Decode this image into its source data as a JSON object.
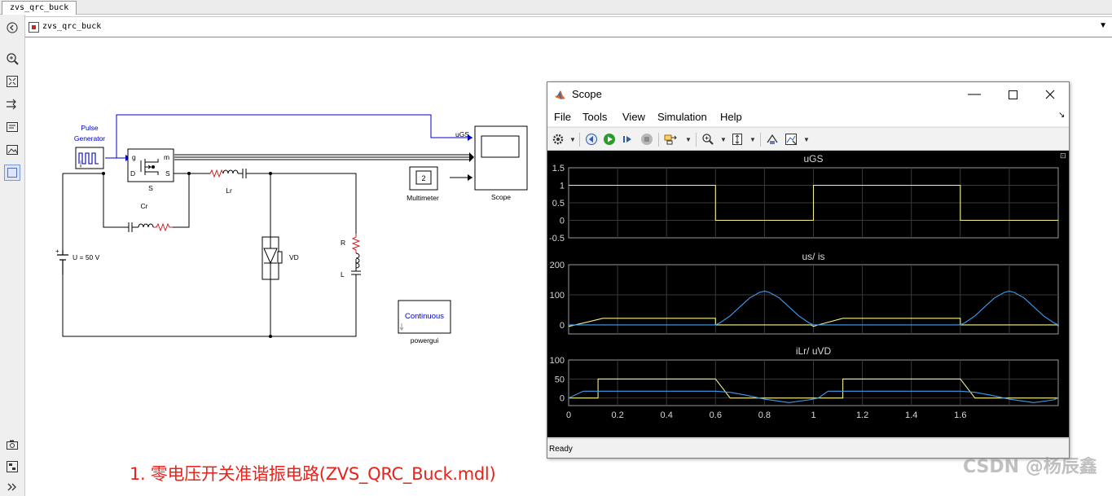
{
  "tab": {
    "label": "zvs_qrc_buck"
  },
  "address_bar": {
    "path": "zvs_qrc_buck"
  },
  "model": {
    "blocks": {
      "pulse_generator": "Pulse\nGenerator",
      "pulse_line1": "Pulse",
      "pulse_line2": "Generator",
      "switch": "S",
      "switch_port_g": "g",
      "switch_port_m": "m",
      "switch_port_d": "D",
      "switch_port_s": "S",
      "inductor_lr": "Lr",
      "capacitor_cr": "Cr",
      "source": "U = 50 V",
      "diode": "VD",
      "resistor": "R",
      "inductor_l": "L",
      "multimeter_value": "2",
      "multimeter": "Multimeter",
      "scope": "Scope",
      "signal_ugs": "uGS",
      "powergui_mode": "Continuous",
      "powergui": "powergui"
    },
    "caption": "1. 零电压开关准谐振电路(ZVS_QRC_Buck.mdl)"
  },
  "scope_window": {
    "title": "Scope",
    "menu": [
      "File",
      "Tools",
      "View",
      "Simulation",
      "Help"
    ],
    "status": "Ready"
  },
  "chart_data": {
    "type": "line",
    "x_ticks": [
      "0",
      "0.2",
      "0.4",
      "0.6",
      "0.8",
      "1",
      "1.2",
      "1.4",
      "1.6"
    ],
    "xlim": [
      0,
      2
    ],
    "panels": [
      {
        "title": "uGS",
        "yticks": [
          "1.5",
          "1",
          "0.5",
          "0",
          "-0.5"
        ],
        "ylim": [
          -0.5,
          1.5
        ],
        "series": [
          {
            "color": "#f5f08a",
            "x": [
              0,
              0.6,
              0.6,
              1.0,
              1.0,
              1.6,
              1.6,
              2.0
            ],
            "y": [
              1,
              1,
              0,
              0,
              1,
              1,
              0,
              0
            ]
          }
        ]
      },
      {
        "title": "us/ is",
        "yticks": [
          "200",
          "100",
          "0"
        ],
        "ylim": [
          -30,
          200
        ],
        "series": [
          {
            "color": "#f5f08a",
            "x": [
              0,
              0.08,
              0.14,
              0.6,
              0.6,
              0.99,
              1.0,
              1.02,
              1.12,
              1.6,
              1.6,
              2.0,
              2.0
            ],
            "y": [
              -5,
              10,
              22,
              22,
              0,
              0,
              -5,
              0,
              22,
              22,
              0,
              0,
              -5
            ]
          },
          {
            "color": "#3f9bf0",
            "x": [
              0,
              0.05,
              0.6,
              0.62,
              0.66,
              0.7,
              0.74,
              0.78,
              0.8,
              0.82,
              0.86,
              0.9,
              0.94,
              0.98,
              1.0,
              1.6,
              1.62,
              1.66,
              1.7,
              1.74,
              1.78,
              1.8,
              1.82,
              1.86,
              1.9,
              1.94,
              1.98,
              2.0
            ],
            "y": [
              0,
              0,
              0,
              8,
              30,
              60,
              90,
              108,
              112,
              108,
              90,
              60,
              30,
              8,
              0,
              0,
              8,
              30,
              60,
              90,
              108,
              112,
              108,
              90,
              60,
              30,
              8,
              0
            ]
          }
        ]
      },
      {
        "title": "iLr/ uVD",
        "yticks": [
          "100",
          "50",
          "0"
        ],
        "ylim": [
          -20,
          100
        ],
        "series": [
          {
            "color": "#f5f08a",
            "x": [
              0,
              0.12,
              0.12,
              0.6,
              0.66,
              1.0,
              1.12,
              1.12,
              1.6,
              1.66,
              2.0
            ],
            "y": [
              0,
              0,
              50,
              50,
              0,
              0,
              0,
              50,
              50,
              0,
              0
            ]
          },
          {
            "color": "#3f9bf0",
            "x": [
              0,
              0.06,
              0.6,
              0.66,
              0.72,
              0.8,
              0.9,
              0.98,
              1.02,
              1.06,
              1.6,
              1.66,
              1.72,
              1.8,
              1.9,
              1.98,
              2.0
            ],
            "y": [
              0,
              18,
              18,
              15,
              8,
              -3,
              -12,
              -5,
              0,
              18,
              18,
              15,
              8,
              -3,
              -12,
              -5,
              0
            ]
          }
        ]
      }
    ]
  },
  "watermark": "CSDN @杨辰鑫"
}
